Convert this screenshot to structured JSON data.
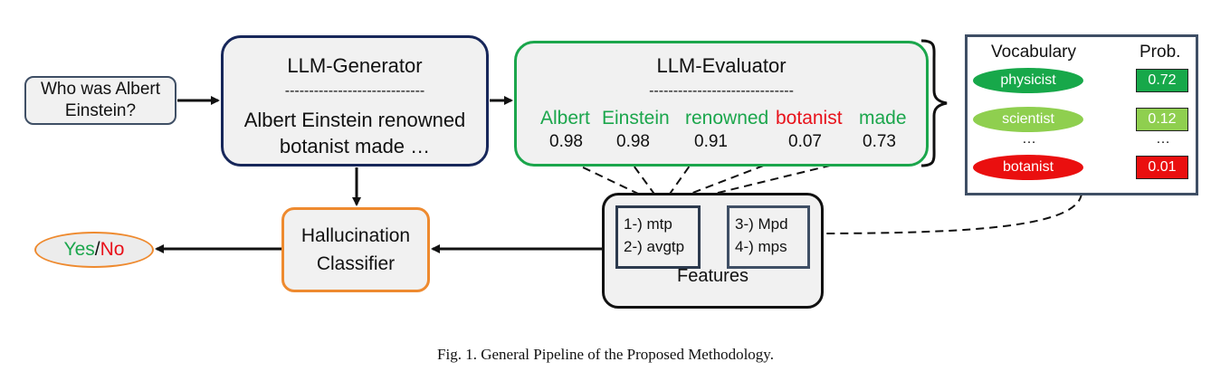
{
  "question": "Who was Albert Einstein?",
  "generator": {
    "title": "LLM-Generator",
    "separator": "-----------------------------",
    "text": "Albert Einstein renowned botanist made …"
  },
  "evaluator": {
    "title": "LLM-Evaluator",
    "separator": "------------------------------",
    "tokens": [
      {
        "text": "Albert",
        "prob": "0.98",
        "color": "#1ba64c"
      },
      {
        "text": "Einstein",
        "prob": "0.98",
        "color": "#1ba64c"
      },
      {
        "text": "renowned",
        "prob": "0.91",
        "color": "#1ba64c"
      },
      {
        "text": "botanist",
        "prob": "0.07",
        "color": "#e8121b"
      },
      {
        "text": "made",
        "prob": "0.73",
        "color": "#1ba64c"
      }
    ]
  },
  "vocabulary": {
    "header_word": "Vocabulary",
    "header_prob": "Prob.",
    "ellipsis": "…",
    "rows": [
      {
        "word": "physicist",
        "prob": "0.72",
        "color": "#17a84a"
      },
      {
        "word": "scientist",
        "prob": "0.12",
        "color": "#8fcf4f"
      },
      {
        "word": "botanist",
        "prob": "0.01",
        "color": "#ea0f0f"
      }
    ]
  },
  "features": {
    "label": "Features",
    "group1": [
      "1-) mtp",
      "2-) avgtp"
    ],
    "group2": [
      "3-) Mpd",
      "4-) mps"
    ]
  },
  "classifier": {
    "line1": "Hallucination",
    "line2": "Classifier"
  },
  "answer": {
    "yes": "Yes",
    "slash": "/",
    "no": "No",
    "yes_color": "#1ba64c",
    "no_color": "#e8121b"
  },
  "caption": "Fig. 1.  General Pipeline of the Proposed Methodology."
}
